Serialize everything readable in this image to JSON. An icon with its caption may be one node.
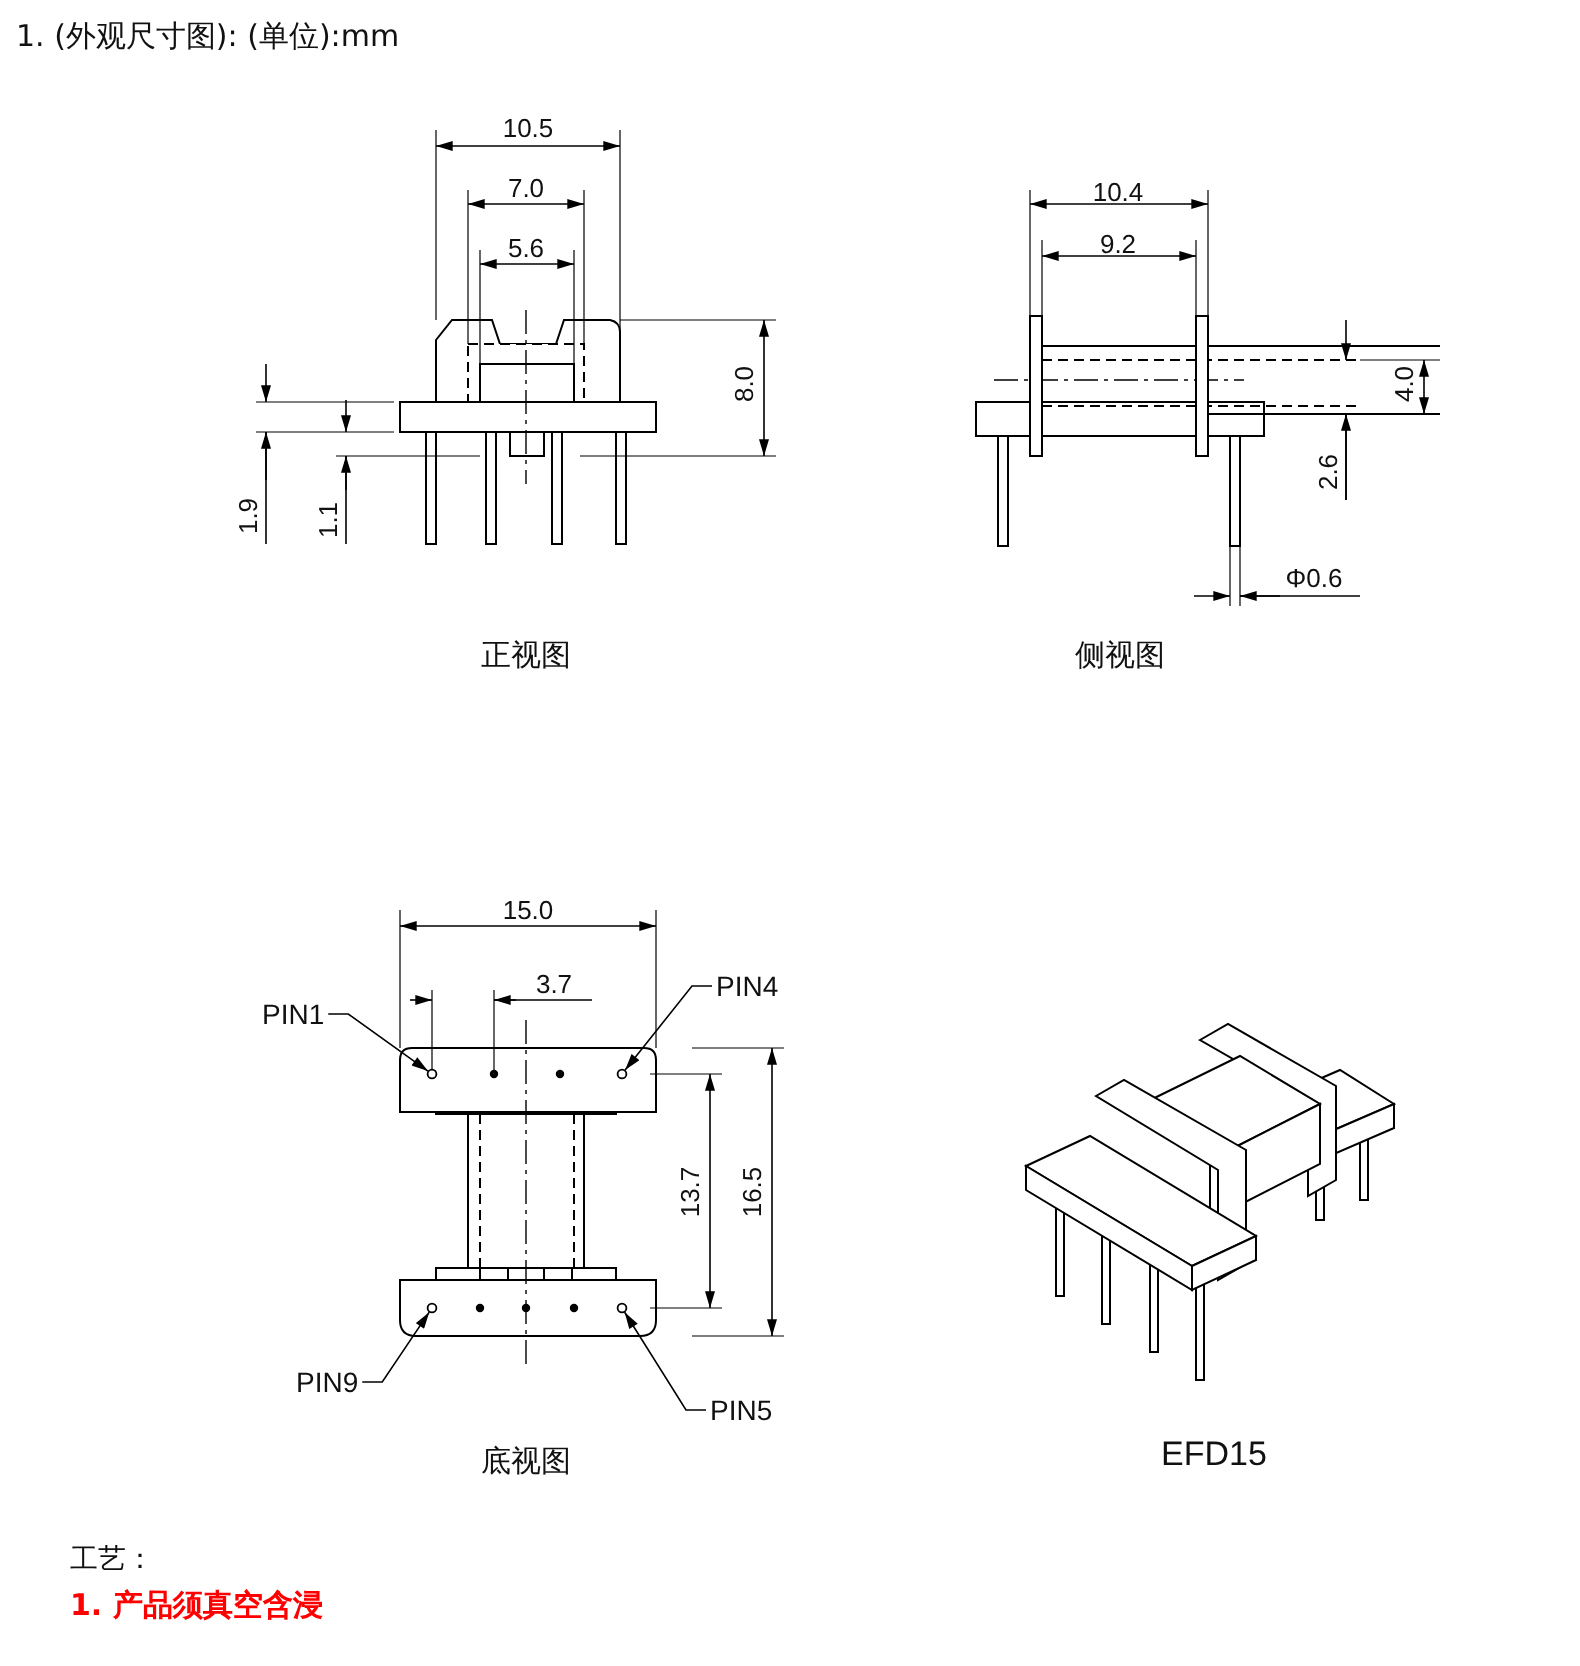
{
  "diagram": {
    "title": "1. (外观尺寸图): (单位):mm",
    "nodes": [
      {
        "text": [
          "PIN1"
        ]
      },
      {
        "text": [],
        "shape": "circle"
      },
      {
        "text": [
          "PIN4"
        ]
      },
      {
        "text": [],
        "shape": "circle"
      },
      {
        "text": [
          "PIN9"
        ]
      },
      {
        "text": [],
        "shape": "circle"
      },
      {
        "text": [
          "PIN5"
        ]
      },
      {
        "text": [],
        "shape": "circle"
      }
    ],
    "edges": [
      {
        "from": 0,
        "to": 1,
        "arrow": "to"
      },
      {
        "from": 2,
        "to": 3,
        "arrow": "to"
      },
      {
        "from": 4,
        "to": 5,
        "arrow": "to"
      },
      {
        "from": 6,
        "to": 7,
        "arrow": "to"
      }
    ],
    "labels": [
      "10.5",
      "7.0",
      "5.6",
      "10.4",
      "9.2",
      "8.0",
      "4.0",
      "1.9",
      "1.1",
      "2.6",
      "Φ0.6",
      "正视图",
      "侧视图",
      "15.0",
      "3.7",
      "13.7",
      "16.5",
      "底视图",
      "EFD15",
      "工艺：",
      "1. 产品须真空含浸"
    ]
  }
}
